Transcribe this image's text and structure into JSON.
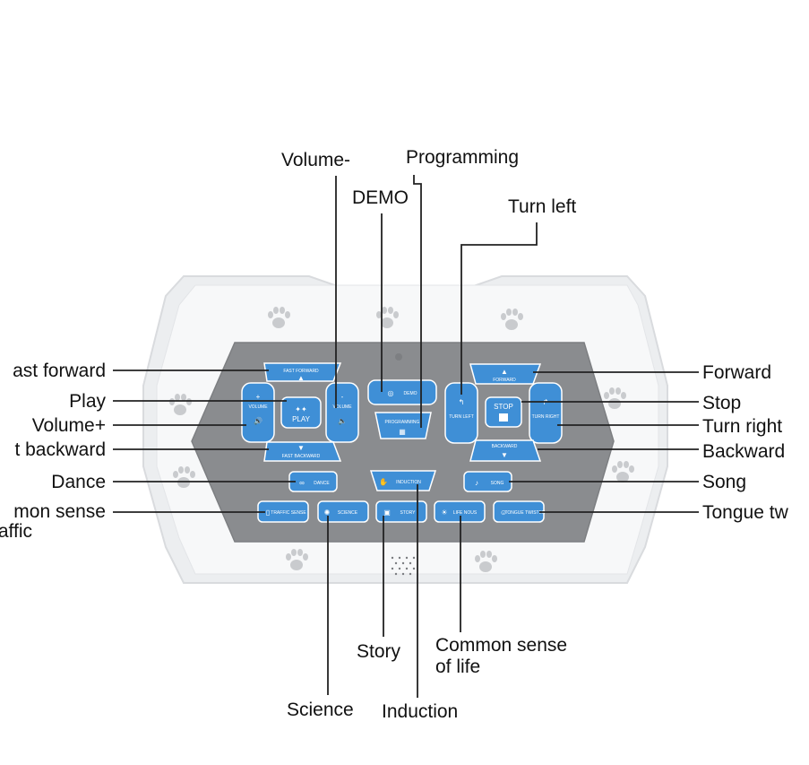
{
  "labels": {
    "volume_minus": "Volume-",
    "programming": "Programming",
    "demo": "DEMO",
    "turn_left": "Turn left",
    "fast_forward": "ast forward",
    "play": "Play",
    "volume_plus": "Volume+",
    "fast_backward": "t backward",
    "dance": "Dance",
    "common_sense_traffic_line1": "mon sense",
    "common_sense_traffic_line2": "affic",
    "forward": "Forward",
    "stop": "Stop",
    "turn_right": "Turn right",
    "backward": "Backward",
    "song": "Song",
    "tongue_twister": "Tongue tw",
    "story": "Story",
    "common_sense_life_line1": "Common sense",
    "common_sense_life_line2": "of life",
    "science": "Science",
    "induction": "Induction"
  },
  "buttons": {
    "fast_forward": "FAST FORWARD",
    "fast_backward": "FAST BACKWARD",
    "volume_plus": "VOLUME",
    "volume_minus": "VOLUME",
    "play": "PLAY",
    "demo": "DEMO",
    "programming": "PROGRAMMING",
    "turn_left": "TURN LEFT",
    "turn_right": "TURN RIGHT",
    "forward": "FORWARD",
    "stop": "STOP",
    "backward": "BACKWARD",
    "dance": "DANCE",
    "induction": "INDUCTION",
    "song": "SONG",
    "traffic_sense": "TRAFFIC SENSE",
    "science": "SCIENCE",
    "story": "STORY",
    "life_nous": "LIFE NOUS",
    "tongue_twister": "TONGUE TWISTER"
  },
  "colors": {
    "button_blue": "#3f8fd6",
    "panel_gray": "#8a8c8f",
    "device_white": "#f4f5f6"
  }
}
